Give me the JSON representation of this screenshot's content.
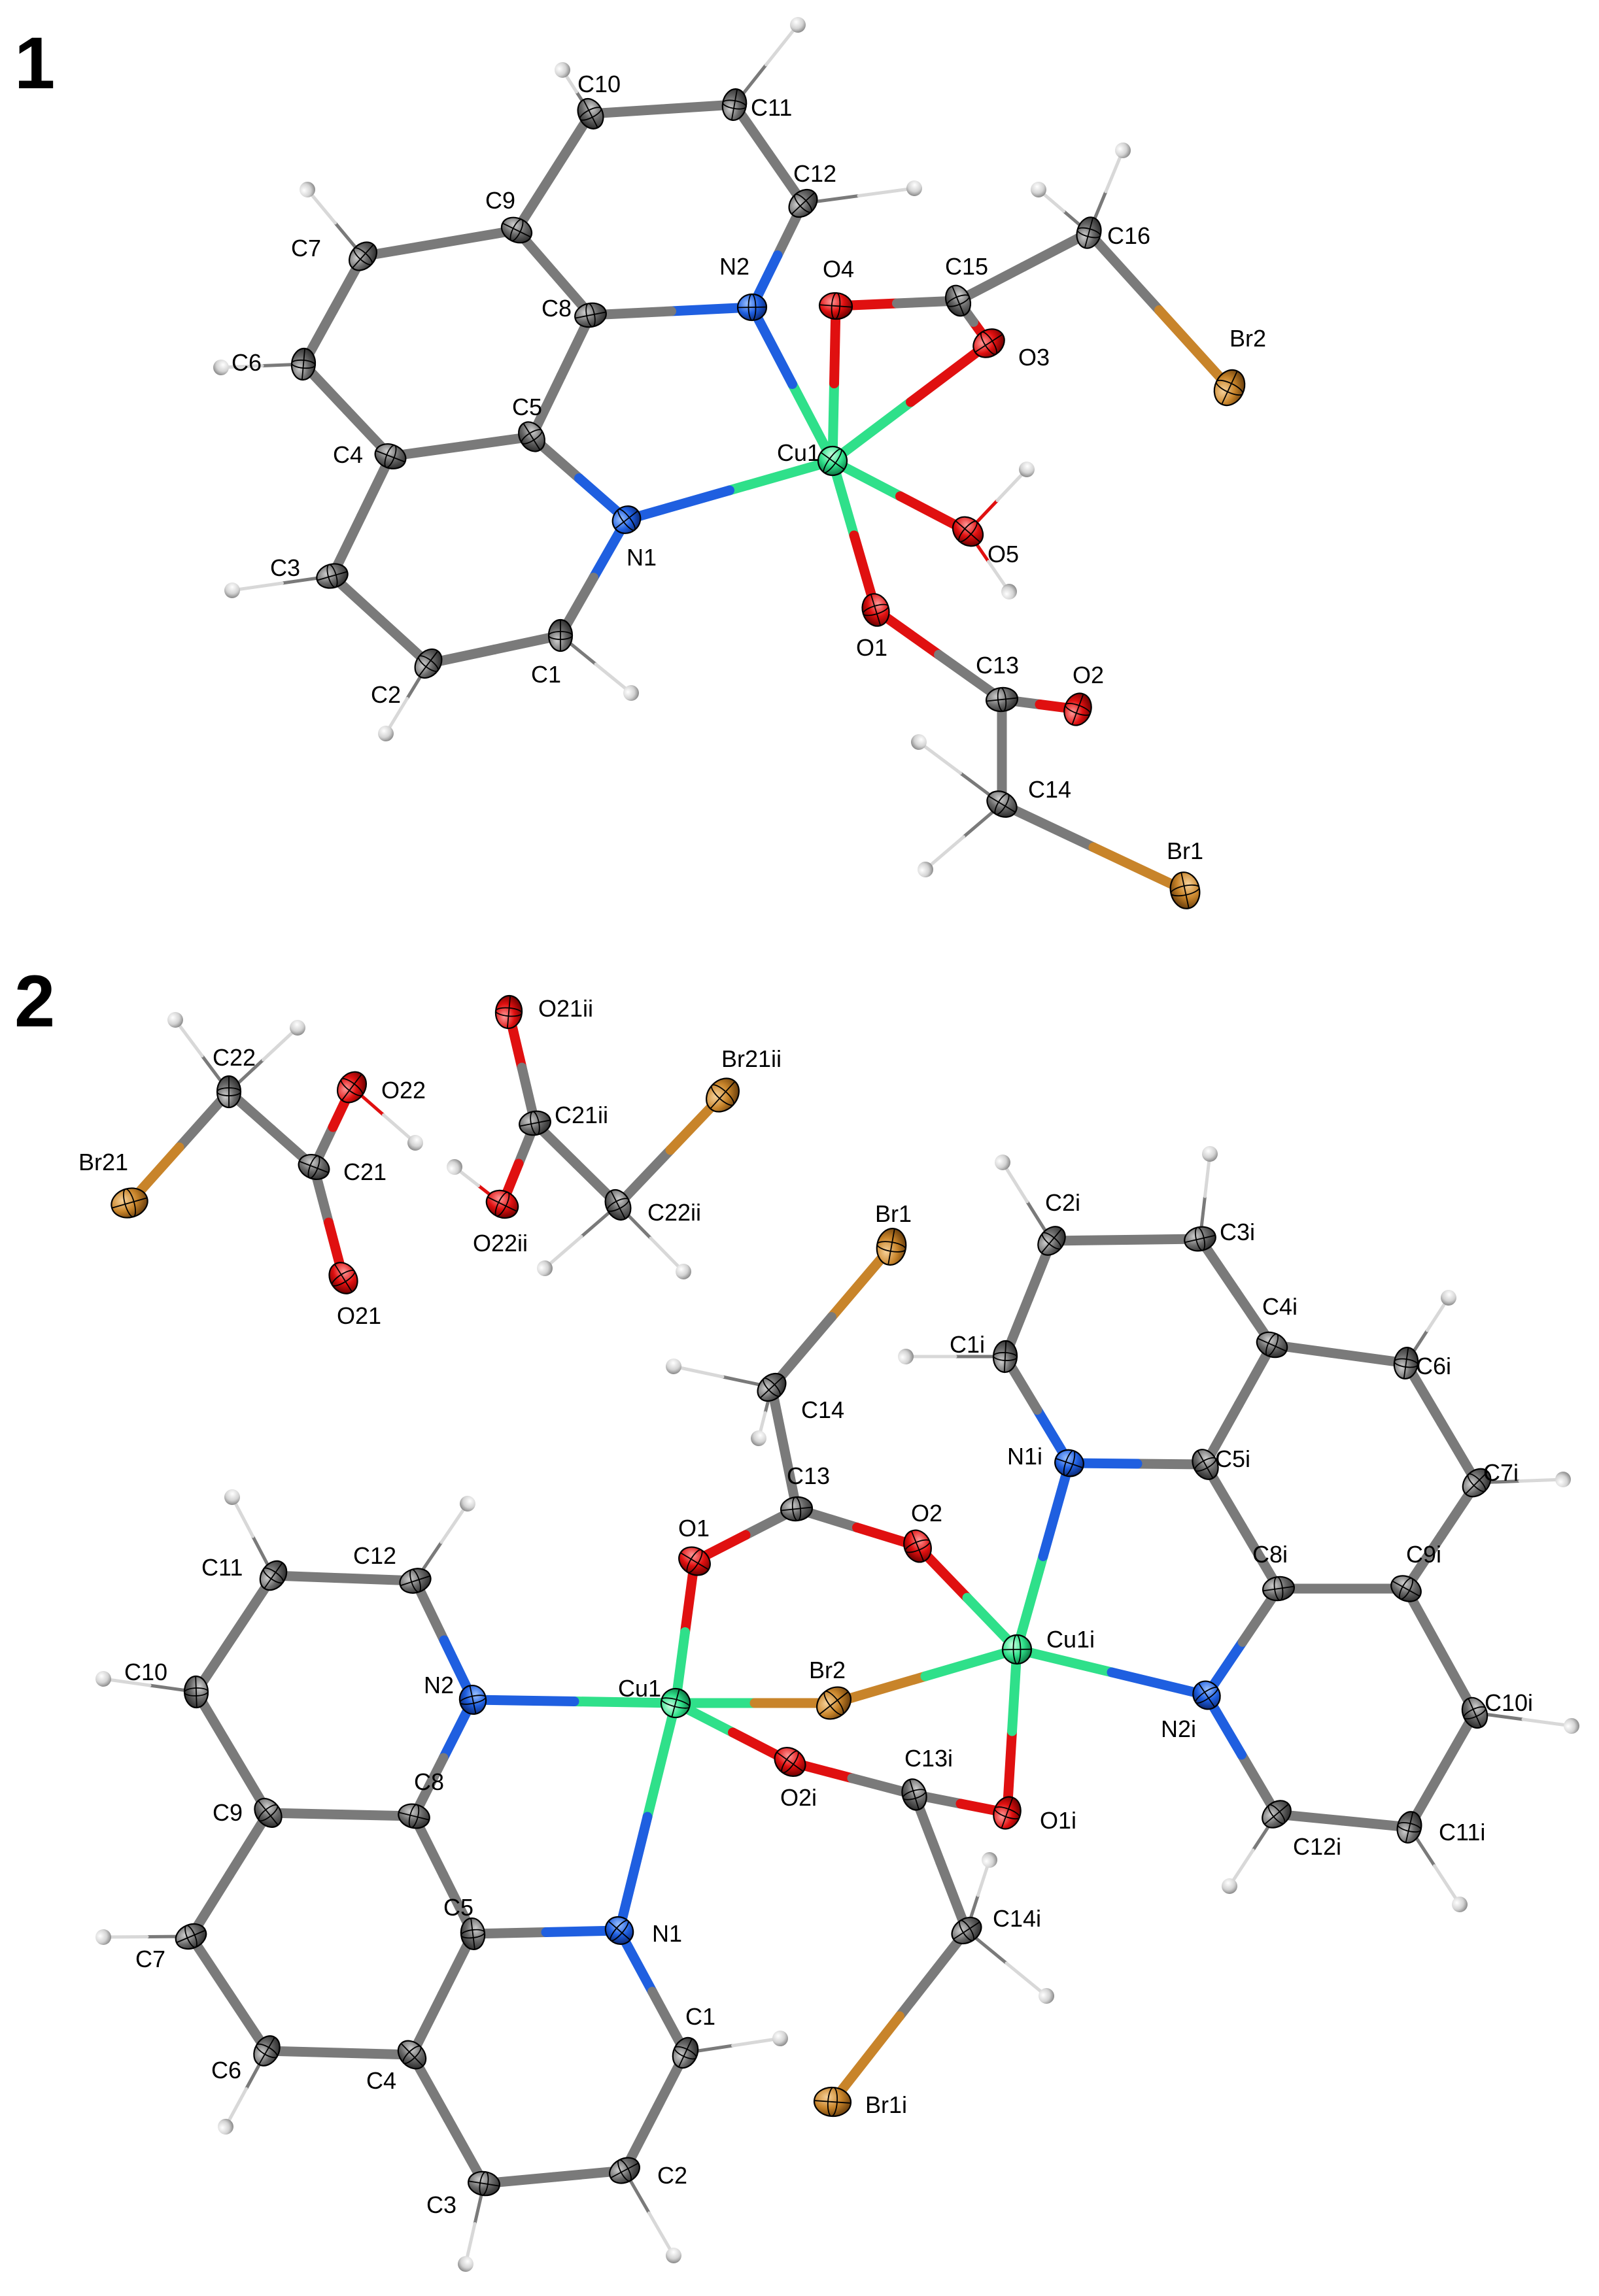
{
  "panels": [
    {
      "label": "1",
      "atoms": {
        "C1": {
          "el": "C",
          "label": "C1"
        },
        "C2": {
          "el": "C",
          "label": "C2"
        },
        "C3": {
          "el": "C",
          "label": "C3"
        },
        "C4": {
          "el": "C",
          "label": "C4"
        },
        "C5": {
          "el": "C",
          "label": "C5"
        },
        "C6": {
          "el": "C",
          "label": "C6"
        },
        "C7": {
          "el": "C",
          "label": "C7"
        },
        "C8": {
          "el": "C",
          "label": "C8"
        },
        "C9": {
          "el": "C",
          "label": "C9"
        },
        "C10": {
          "el": "C",
          "label": "C10"
        },
        "C11": {
          "el": "C",
          "label": "C11"
        },
        "C12": {
          "el": "C",
          "label": "C12"
        },
        "C13": {
          "el": "C",
          "label": "C13"
        },
        "C14": {
          "el": "C",
          "label": "C14"
        },
        "C15": {
          "el": "C",
          "label": "C15"
        },
        "C16": {
          "el": "C",
          "label": "C16"
        },
        "N1": {
          "el": "N",
          "label": "N1"
        },
        "N2": {
          "el": "N",
          "label": "N2"
        },
        "Cu1": {
          "el": "Cu",
          "label": "Cu1"
        },
        "O1": {
          "el": "O",
          "label": "O1"
        },
        "O2": {
          "el": "O",
          "label": "O2"
        },
        "O3": {
          "el": "O",
          "label": "O3"
        },
        "O4": {
          "el": "O",
          "label": "O4"
        },
        "O5": {
          "el": "O",
          "label": "O5"
        },
        "Br1": {
          "el": "Br",
          "label": "Br1"
        },
        "Br2": {
          "el": "Br",
          "label": "Br2"
        },
        "H1": {
          "el": "H"
        },
        "H2": {
          "el": "H"
        },
        "H3": {
          "el": "H"
        },
        "H6": {
          "el": "H"
        },
        "H7": {
          "el": "H"
        },
        "H10": {
          "el": "H"
        },
        "H11": {
          "el": "H"
        },
        "H12": {
          "el": "H"
        },
        "H14a": {
          "el": "H"
        },
        "H14b": {
          "el": "H"
        },
        "H16a": {
          "el": "H"
        },
        "H16b": {
          "el": "H"
        },
        "H5a": {
          "el": "H"
        },
        "H5b": {
          "el": "H"
        }
      },
      "bonds": [
        [
          "N1",
          "C1"
        ],
        [
          "C1",
          "C2"
        ],
        [
          "C2",
          "C3"
        ],
        [
          "C3",
          "C4"
        ],
        [
          "C4",
          "C5"
        ],
        [
          "C5",
          "N1"
        ],
        [
          "C4",
          "C6"
        ],
        [
          "C6",
          "C7"
        ],
        [
          "C7",
          "C9"
        ],
        [
          "C9",
          "C8"
        ],
        [
          "C8",
          "C5"
        ],
        [
          "C9",
          "C10"
        ],
        [
          "C10",
          "C11"
        ],
        [
          "C11",
          "C12"
        ],
        [
          "C12",
          "N2"
        ],
        [
          "N2",
          "C8"
        ],
        [
          "Cu1",
          "N1"
        ],
        [
          "Cu1",
          "N2"
        ],
        [
          "Cu1",
          "O4"
        ],
        [
          "Cu1",
          "O3"
        ],
        [
          "Cu1",
          "O5"
        ],
        [
          "Cu1",
          "O1"
        ],
        [
          "O4",
          "C15"
        ],
        [
          "O3",
          "C15"
        ],
        [
          "C15",
          "C16"
        ],
        [
          "C16",
          "Br2"
        ],
        [
          "O1",
          "C13"
        ],
        [
          "C13",
          "O2"
        ],
        [
          "C13",
          "C14"
        ],
        [
          "C14",
          "Br1"
        ],
        [
          "C1",
          "H1"
        ],
        [
          "C2",
          "H2"
        ],
        [
          "C3",
          "H3"
        ],
        [
          "C6",
          "H6"
        ],
        [
          "C7",
          "H7"
        ],
        [
          "C10",
          "H10"
        ],
        [
          "C11",
          "H11"
        ],
        [
          "C12",
          "H12"
        ],
        [
          "C14",
          "H14a"
        ],
        [
          "C14",
          "H14b"
        ],
        [
          "C16",
          "H16a"
        ],
        [
          "C16",
          "H16b"
        ],
        [
          "O5",
          "H5a"
        ],
        [
          "O5",
          "H5b"
        ]
      ]
    },
    {
      "label": "2",
      "atoms": {
        "C22": {
          "el": "C",
          "label": "C22"
        },
        "O22": {
          "el": "O",
          "label": "O22"
        },
        "Br21": {
          "el": "Br",
          "label": "Br21"
        },
        "C21": {
          "el": "C",
          "label": "C21"
        },
        "O21": {
          "el": "O",
          "label": "O21"
        },
        "O21ii": {
          "el": "O",
          "label": "O21ii"
        },
        "Br21ii": {
          "el": "Br",
          "label": "Br21ii"
        },
        "C21ii": {
          "el": "C",
          "label": "C21ii"
        },
        "O22ii": {
          "el": "O",
          "label": "O22ii"
        },
        "C22ii": {
          "el": "C",
          "label": "C22ii"
        },
        "Br1": {
          "el": "Br",
          "label": "Br1"
        },
        "C14": {
          "el": "C",
          "label": "C14"
        },
        "C13": {
          "el": "C",
          "label": "C13"
        },
        "O1": {
          "el": "O",
          "label": "O1"
        },
        "O2": {
          "el": "O",
          "label": "O2"
        },
        "Cu1": {
          "el": "Cu",
          "label": "Cu1"
        },
        "Br2": {
          "el": "Br",
          "label": "Br2"
        },
        "Cu1i": {
          "el": "Cu",
          "label": "Cu1i"
        },
        "O2i": {
          "el": "O",
          "label": "O2i"
        },
        "C13i": {
          "el": "C",
          "label": "C13i"
        },
        "O1i": {
          "el": "O",
          "label": "O1i"
        },
        "C14i": {
          "el": "C",
          "label": "C14i"
        },
        "Br1i": {
          "el": "Br",
          "label": "Br1i"
        },
        "N1": {
          "el": "N",
          "label": "N1"
        },
        "N2": {
          "el": "N",
          "label": "N2"
        },
        "C1": {
          "el": "C",
          "label": "C1"
        },
        "C2": {
          "el": "C",
          "label": "C2"
        },
        "C3": {
          "el": "C",
          "label": "C3"
        },
        "C4": {
          "el": "C",
          "label": "C4"
        },
        "C5": {
          "el": "C",
          "label": "C5"
        },
        "C6": {
          "el": "C",
          "label": "C6"
        },
        "C7": {
          "el": "C",
          "label": "C7"
        },
        "C8": {
          "el": "C",
          "label": "C8"
        },
        "C9": {
          "el": "C",
          "label": "C9"
        },
        "C10": {
          "el": "C",
          "label": "C10"
        },
        "C11": {
          "el": "C",
          "label": "C11"
        },
        "C12": {
          "el": "C",
          "label": "C12"
        },
        "N1i": {
          "el": "N",
          "label": "N1i"
        },
        "N2i": {
          "el": "N",
          "label": "N2i"
        },
        "C1i": {
          "el": "C",
          "label": "C1i"
        },
        "C2i": {
          "el": "C",
          "label": "C2i"
        },
        "C3i": {
          "el": "C",
          "label": "C3i"
        },
        "C4i": {
          "el": "C",
          "label": "C4i"
        },
        "C5i": {
          "el": "C",
          "label": "C5i"
        },
        "C6i": {
          "el": "C",
          "label": "C6i"
        },
        "C7i": {
          "el": "C",
          "label": "C7i"
        },
        "C8i": {
          "el": "C",
          "label": "C8i"
        },
        "C9i": {
          "el": "C",
          "label": "C9i"
        },
        "C10i": {
          "el": "C",
          "label": "C10i"
        },
        "C11i": {
          "el": "C",
          "label": "C11i"
        },
        "C12i": {
          "el": "C",
          "label": "C12i"
        },
        "H22a": {
          "el": "H"
        },
        "H22b": {
          "el": "H"
        },
        "HO22": {
          "el": "H"
        },
        "HO22ii": {
          "el": "H"
        },
        "H22iia": {
          "el": "H"
        },
        "H22iib": {
          "el": "H"
        },
        "H14a": {
          "el": "H"
        },
        "H14b": {
          "el": "H"
        },
        "H14ia": {
          "el": "H"
        },
        "H14ib": {
          "el": "H"
        },
        "H1": {
          "el": "H"
        },
        "H2": {
          "el": "H"
        },
        "H3": {
          "el": "H"
        },
        "H6": {
          "el": "H"
        },
        "H7": {
          "el": "H"
        },
        "H10": {
          "el": "H"
        },
        "H11": {
          "el": "H"
        },
        "H12": {
          "el": "H"
        },
        "H1i": {
          "el": "H"
        },
        "H2i": {
          "el": "H"
        },
        "H3i": {
          "el": "H"
        },
        "H6i": {
          "el": "H"
        },
        "H7i": {
          "el": "H"
        },
        "H10i": {
          "el": "H"
        },
        "H11i": {
          "el": "H"
        },
        "H12i": {
          "el": "H"
        }
      },
      "bonds": [
        [
          "C22",
          "Br21"
        ],
        [
          "C22",
          "C21"
        ],
        [
          "C21",
          "O22"
        ],
        [
          "C21",
          "O21"
        ],
        [
          "O22",
          "HO22"
        ],
        [
          "C22",
          "H22a"
        ],
        [
          "C22",
          "H22b"
        ],
        [
          "O21ii",
          "C21ii"
        ],
        [
          "C21ii",
          "O22ii"
        ],
        [
          "C21ii",
          "C22ii"
        ],
        [
          "C22ii",
          "Br21ii"
        ],
        [
          "O22ii",
          "HO22ii"
        ],
        [
          "C22ii",
          "H22iia"
        ],
        [
          "C22ii",
          "H22iib"
        ],
        [
          "Br1",
          "C14"
        ],
        [
          "C14",
          "C13"
        ],
        [
          "C13",
          "O1"
        ],
        [
          "C13",
          "O2"
        ],
        [
          "C14",
          "H14a"
        ],
        [
          "C14",
          "H14b"
        ],
        [
          "O1",
          "Cu1"
        ],
        [
          "O2",
          "Cu1i"
        ],
        [
          "Cu1",
          "Br2"
        ],
        [
          "Br2",
          "Cu1i"
        ],
        [
          "Cu1",
          "O2i"
        ],
        [
          "O2i",
          "C13i"
        ],
        [
          "C13i",
          "O1i"
        ],
        [
          "O1i",
          "Cu1i"
        ],
        [
          "C13i",
          "C14i"
        ],
        [
          "C14i",
          "Br1i"
        ],
        [
          "C14i",
          "H14ia"
        ],
        [
          "C14i",
          "H14ib"
        ],
        [
          "Cu1",
          "N1"
        ],
        [
          "Cu1",
          "N2"
        ],
        [
          "N1",
          "C1"
        ],
        [
          "C1",
          "C2"
        ],
        [
          "C2",
          "C3"
        ],
        [
          "C3",
          "C4"
        ],
        [
          "C4",
          "C5"
        ],
        [
          "C5",
          "N1"
        ],
        [
          "C4",
          "C6"
        ],
        [
          "C6",
          "C7"
        ],
        [
          "C7",
          "C9"
        ],
        [
          "C9",
          "C8"
        ],
        [
          "C8",
          "C5"
        ],
        [
          "C9",
          "C10"
        ],
        [
          "C10",
          "C11"
        ],
        [
          "C11",
          "C12"
        ],
        [
          "C12",
          "N2"
        ],
        [
          "N2",
          "C8"
        ],
        [
          "C1",
          "H1"
        ],
        [
          "C2",
          "H2"
        ],
        [
          "C3",
          "H3"
        ],
        [
          "C6",
          "H6"
        ],
        [
          "C7",
          "H7"
        ],
        [
          "C10",
          "H10"
        ],
        [
          "C11",
          "H11"
        ],
        [
          "C12",
          "H12"
        ],
        [
          "Cu1i",
          "N1i"
        ],
        [
          "Cu1i",
          "N2i"
        ],
        [
          "N1i",
          "C1i"
        ],
        [
          "C1i",
          "C2i"
        ],
        [
          "C2i",
          "C3i"
        ],
        [
          "C3i",
          "C4i"
        ],
        [
          "C4i",
          "C5i"
        ],
        [
          "C5i",
          "N1i"
        ],
        [
          "C4i",
          "C6i"
        ],
        [
          "C6i",
          "C7i"
        ],
        [
          "C7i",
          "C9i"
        ],
        [
          "C9i",
          "C8i"
        ],
        [
          "C8i",
          "C5i"
        ],
        [
          "C9i",
          "C10i"
        ],
        [
          "C10i",
          "C11i"
        ],
        [
          "C11i",
          "C12i"
        ],
        [
          "C12i",
          "N2i"
        ],
        [
          "N2i",
          "C8i"
        ],
        [
          "C1i",
          "H1i"
        ],
        [
          "C2i",
          "H2i"
        ],
        [
          "C3i",
          "H3i"
        ],
        [
          "C6i",
          "H6i"
        ],
        [
          "C7i",
          "H7i"
        ],
        [
          "C10i",
          "H10i"
        ],
        [
          "C11i",
          "H11i"
        ],
        [
          "C12i",
          "H12i"
        ]
      ]
    }
  ],
  "element_colors": {
    "C": "#7a7a7a",
    "N": "#1f5fe0",
    "O": "#e01010",
    "Cu": "#2fe08a",
    "Br": "#c8842a",
    "H": "#d8d8d8"
  }
}
